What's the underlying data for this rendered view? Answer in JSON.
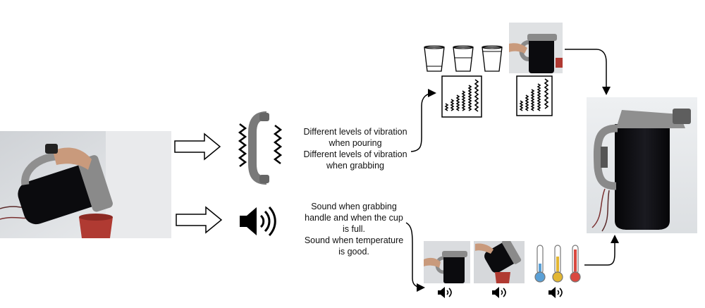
{
  "captions": {
    "vibration_pouring_1": "Different levels of vibration",
    "vibration_pouring_2": "when pouring",
    "vibration_grabbing_1": "Different levels of vibration",
    "vibration_grabbing_2": "when grabbing",
    "sound_1": "Sound when grabbing",
    "sound_2": "handle and when the cup",
    "sound_3": "is full.",
    "sound_4": "Sound when temperature",
    "sound_5": "is good."
  },
  "colors": {
    "kettle_body": "#0b0b0e",
    "handle_gray": "#8a8a8a",
    "cup_red": "#b03a32",
    "thermo_blue": "#5aa0d6",
    "thermo_yellow": "#e2b632",
    "thermo_red": "#d9483f"
  },
  "icons": [
    "right-arrow-icon",
    "vibrating-handle-icon",
    "speaker-icon",
    "glass-icon",
    "thermometer-icon"
  ]
}
